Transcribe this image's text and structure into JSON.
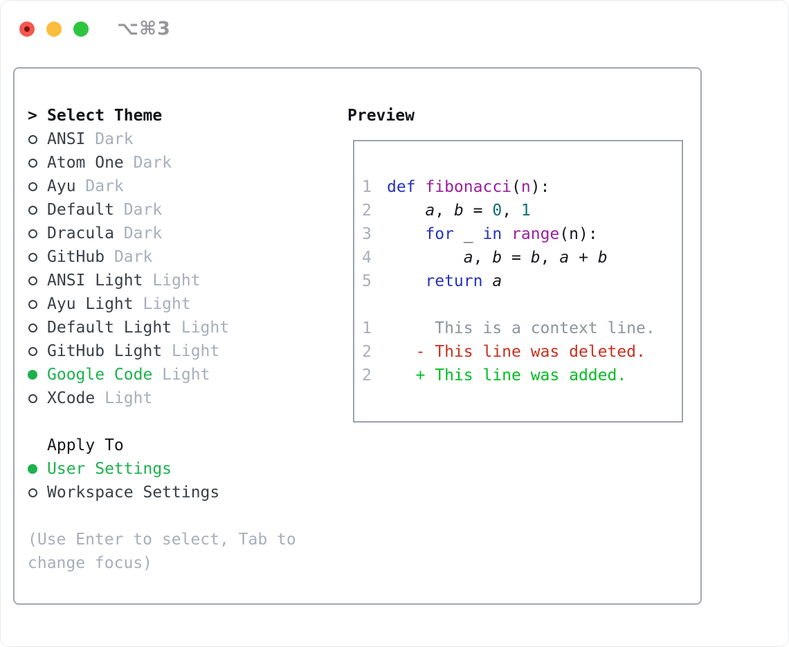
{
  "window": {
    "title": "⌥⌘3"
  },
  "theme_list": {
    "prompt_char": ">",
    "heading": "Select Theme",
    "items": [
      {
        "name": "ANSI",
        "variant": "Dark",
        "selected": false
      },
      {
        "name": "Atom One",
        "variant": "Dark",
        "selected": false
      },
      {
        "name": "Ayu",
        "variant": "Dark",
        "selected": false
      },
      {
        "name": "Default",
        "variant": "Dark",
        "selected": false
      },
      {
        "name": "Dracula",
        "variant": "Dark",
        "selected": false
      },
      {
        "name": "GitHub",
        "variant": "Dark",
        "selected": false
      },
      {
        "name": "ANSI Light",
        "variant": "Light",
        "selected": false
      },
      {
        "name": "Ayu Light",
        "variant": "Light",
        "selected": false
      },
      {
        "name": "Default Light",
        "variant": "Light",
        "selected": false
      },
      {
        "name": "GitHub Light",
        "variant": "Light",
        "selected": false
      },
      {
        "name": "Google Code",
        "variant": "Light",
        "selected": true
      },
      {
        "name": "XCode",
        "variant": "Light",
        "selected": false
      }
    ]
  },
  "apply_to": {
    "heading": "Apply To",
    "options": [
      {
        "label": "User Settings",
        "selected": true
      },
      {
        "label": "Workspace Settings",
        "selected": false
      }
    ]
  },
  "help_text": "(Use Enter to select, Tab to change focus)",
  "preview": {
    "heading": "Preview",
    "lines": [
      {
        "num": "1",
        "segments": [
          {
            "t": "def ",
            "c": "kw"
          },
          {
            "t": "fibonacci",
            "c": "fn"
          },
          {
            "t": "(",
            "c": "pl"
          },
          {
            "t": "n",
            "c": "fn"
          },
          {
            "t": "):",
            "c": "pl"
          }
        ]
      },
      {
        "num": "2",
        "segments": [
          {
            "t": "    ",
            "c": "pl"
          },
          {
            "t": "a",
            "c": "var"
          },
          {
            "t": ", ",
            "c": "pl"
          },
          {
            "t": "b",
            "c": "var"
          },
          {
            "t": " = ",
            "c": "pl"
          },
          {
            "t": "0",
            "c": "num"
          },
          {
            "t": ", ",
            "c": "pl"
          },
          {
            "t": "1",
            "c": "num"
          }
        ]
      },
      {
        "num": "3",
        "segments": [
          {
            "t": "    ",
            "c": "pl"
          },
          {
            "t": "for ",
            "c": "kw"
          },
          {
            "t": "_ ",
            "c": "pl"
          },
          {
            "t": "in ",
            "c": "kw"
          },
          {
            "t": "range",
            "c": "fn"
          },
          {
            "t": "(n):",
            "c": "pl"
          }
        ]
      },
      {
        "num": "4",
        "segments": [
          {
            "t": "        ",
            "c": "pl"
          },
          {
            "t": "a",
            "c": "var"
          },
          {
            "t": ", ",
            "c": "pl"
          },
          {
            "t": "b",
            "c": "var"
          },
          {
            "t": " = ",
            "c": "pl"
          },
          {
            "t": "b",
            "c": "var"
          },
          {
            "t": ", ",
            "c": "pl"
          },
          {
            "t": "a",
            "c": "var"
          },
          {
            "t": " + ",
            "c": "pl"
          },
          {
            "t": "b",
            "c": "var"
          }
        ]
      },
      {
        "num": "5",
        "segments": [
          {
            "t": "    ",
            "c": "pl"
          },
          {
            "t": "return ",
            "c": "kw"
          },
          {
            "t": "a",
            "c": "var"
          }
        ]
      },
      {
        "num": "",
        "segments": []
      },
      {
        "num": "1",
        "segments": [
          {
            "t": "     This is a context line.",
            "c": "ctx"
          }
        ]
      },
      {
        "num": "2",
        "segments": [
          {
            "t": "   ",
            "c": "pl"
          },
          {
            "t": "- This line was deleted.",
            "c": "del"
          }
        ]
      },
      {
        "num": "2",
        "segments": [
          {
            "t": "   ",
            "c": "pl"
          },
          {
            "t": "+ This line was added.",
            "c": "add"
          }
        ]
      }
    ]
  },
  "colors": {
    "accent_green": "#1cb14c",
    "keyword_blue": "#2433b8",
    "function_purple": "#9a1f9e",
    "number_teal": "#0e6e74",
    "diff_red": "#c8311f",
    "diff_green": "#00bd23",
    "muted_gray": "#a7aebc",
    "dark_text": "#3a4048",
    "context_gray": "#8d949d",
    "border_gray": "#9aa3ad"
  }
}
